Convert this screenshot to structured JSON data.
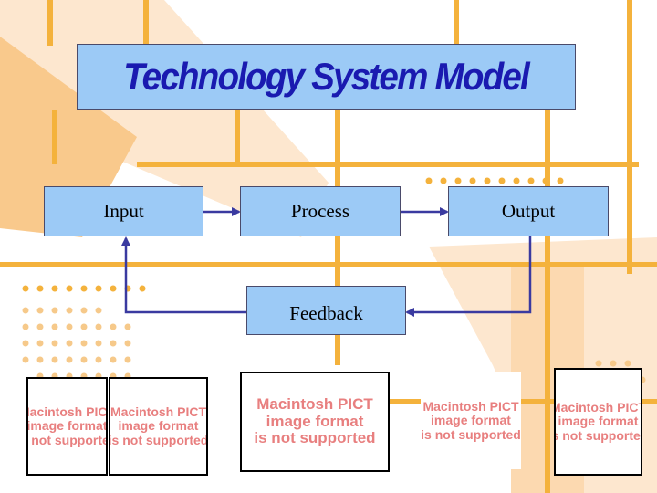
{
  "slide": {
    "title": "Technology System Model",
    "nodes": {
      "input": "Input",
      "process": "Process",
      "output": "Output",
      "feedback": "Feedback"
    },
    "placeholders": [
      {
        "line1": "Macintosh PICT",
        "line2": "image format",
        "line3": "is not supported"
      },
      {
        "line1": "Macintosh PICT",
        "line2": "image format",
        "line3": "is not supported"
      },
      {
        "line1": "Macintosh PICT",
        "line2": "image format",
        "line3": "is not supported"
      },
      {
        "line1": "Macintosh PICT",
        "line2": "image format",
        "line3": "is not supported"
      },
      {
        "line1": "Macintosh PICT",
        "line2": "image format",
        "line3": "is not supported"
      }
    ]
  },
  "colors": {
    "box_fill": "#9ccaf6",
    "connector": "#3a3aa0",
    "title_text": "#1a1ab0",
    "background_orange": "#f4b23c",
    "placeholder_text": "#e87f7f"
  }
}
